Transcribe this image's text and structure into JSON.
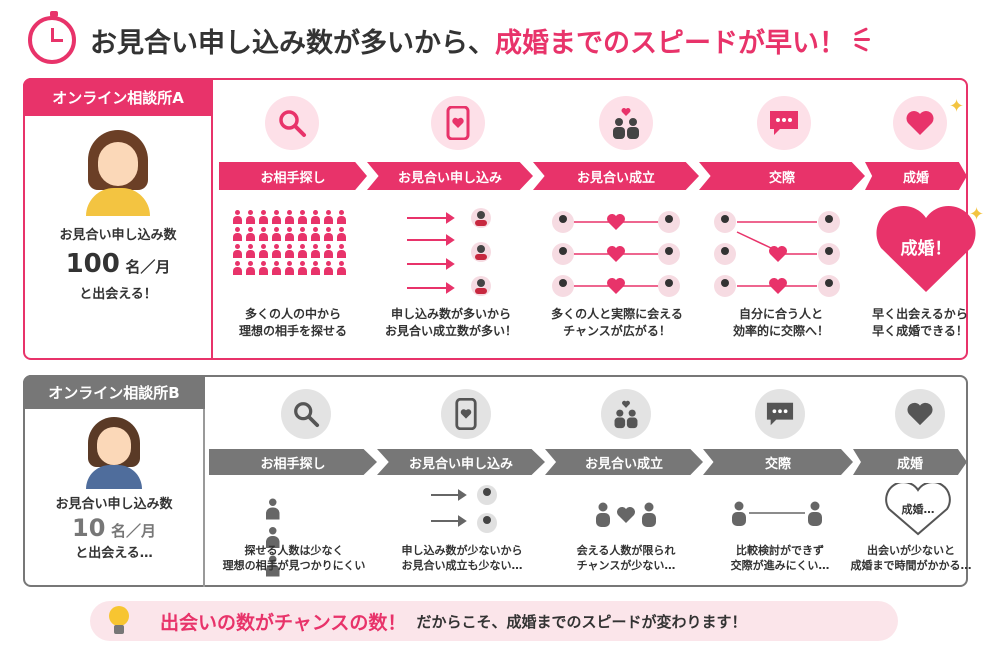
{
  "header": {
    "title_main": "お見合い申し込み数が多いから、",
    "title_accent": "成婚までのスピードが早い！"
  },
  "sectionA": {
    "label": "オンライン相談所A",
    "left": {
      "line1": "お見合い申し込み数",
      "number": "100",
      "unit": "名／月",
      "line3": "と出会える！"
    },
    "steps": [
      {
        "title": "お相手探し",
        "caption1": "多くの人の中から",
        "caption2": "理想の相手を探せる",
        "icon": "search-icon"
      },
      {
        "title": "お見合い申し込み",
        "caption1": "申し込み数が多いから",
        "caption2": "お見合い成立数が多い！",
        "icon": "phone-heart-icon"
      },
      {
        "title": "お見合い成立",
        "caption1": "多くの人と実際に会える",
        "caption2": "チャンスが広がる！",
        "icon": "couple-icon"
      },
      {
        "title": "交際",
        "caption1": "自分に合う人と",
        "caption2": "効率的に交際へ！",
        "icon": "chat-bubble-icon"
      },
      {
        "title": "成婚",
        "caption1": "早く出会えるから",
        "caption2": "早く成婚できる！",
        "icon": "heart-icon"
      }
    ],
    "marriage_heart": "成婚！"
  },
  "sectionB": {
    "label": "オンライン相談所B",
    "left": {
      "line1": "お見合い申し込み数",
      "number": "10",
      "unit": "名／月",
      "line3": "と出会える…"
    },
    "steps": [
      {
        "title": "お相手探し",
        "caption1": "探せる人数は少なく",
        "caption2": "理想の相手が見つかりにくい",
        "icon": "search-icon"
      },
      {
        "title": "お見合い申し込み",
        "caption1": "申し込み数が少ないから",
        "caption2": "お見合い成立も少ない…",
        "icon": "phone-heart-icon"
      },
      {
        "title": "お見合い成立",
        "caption1": "会える人数が限られ",
        "caption2": "チャンスが少ない…",
        "icon": "couple-icon"
      },
      {
        "title": "交際",
        "caption1": "比較検討ができず",
        "caption2": "交際が進みにくい…",
        "icon": "chat-bubble-icon"
      },
      {
        "title": "成婚",
        "caption1": "出会いが少ないと",
        "caption2": "成婚まで時間がかかる…",
        "icon": "heart-icon"
      }
    ],
    "marriage_bubble": "成婚…"
  },
  "footer": {
    "accent": "出会いの数がチャンスの数！",
    "text": "だからこそ、成婚までのスピードが変わります！"
  },
  "colors": {
    "accent": "#e8336a",
    "gray": "#777777"
  }
}
